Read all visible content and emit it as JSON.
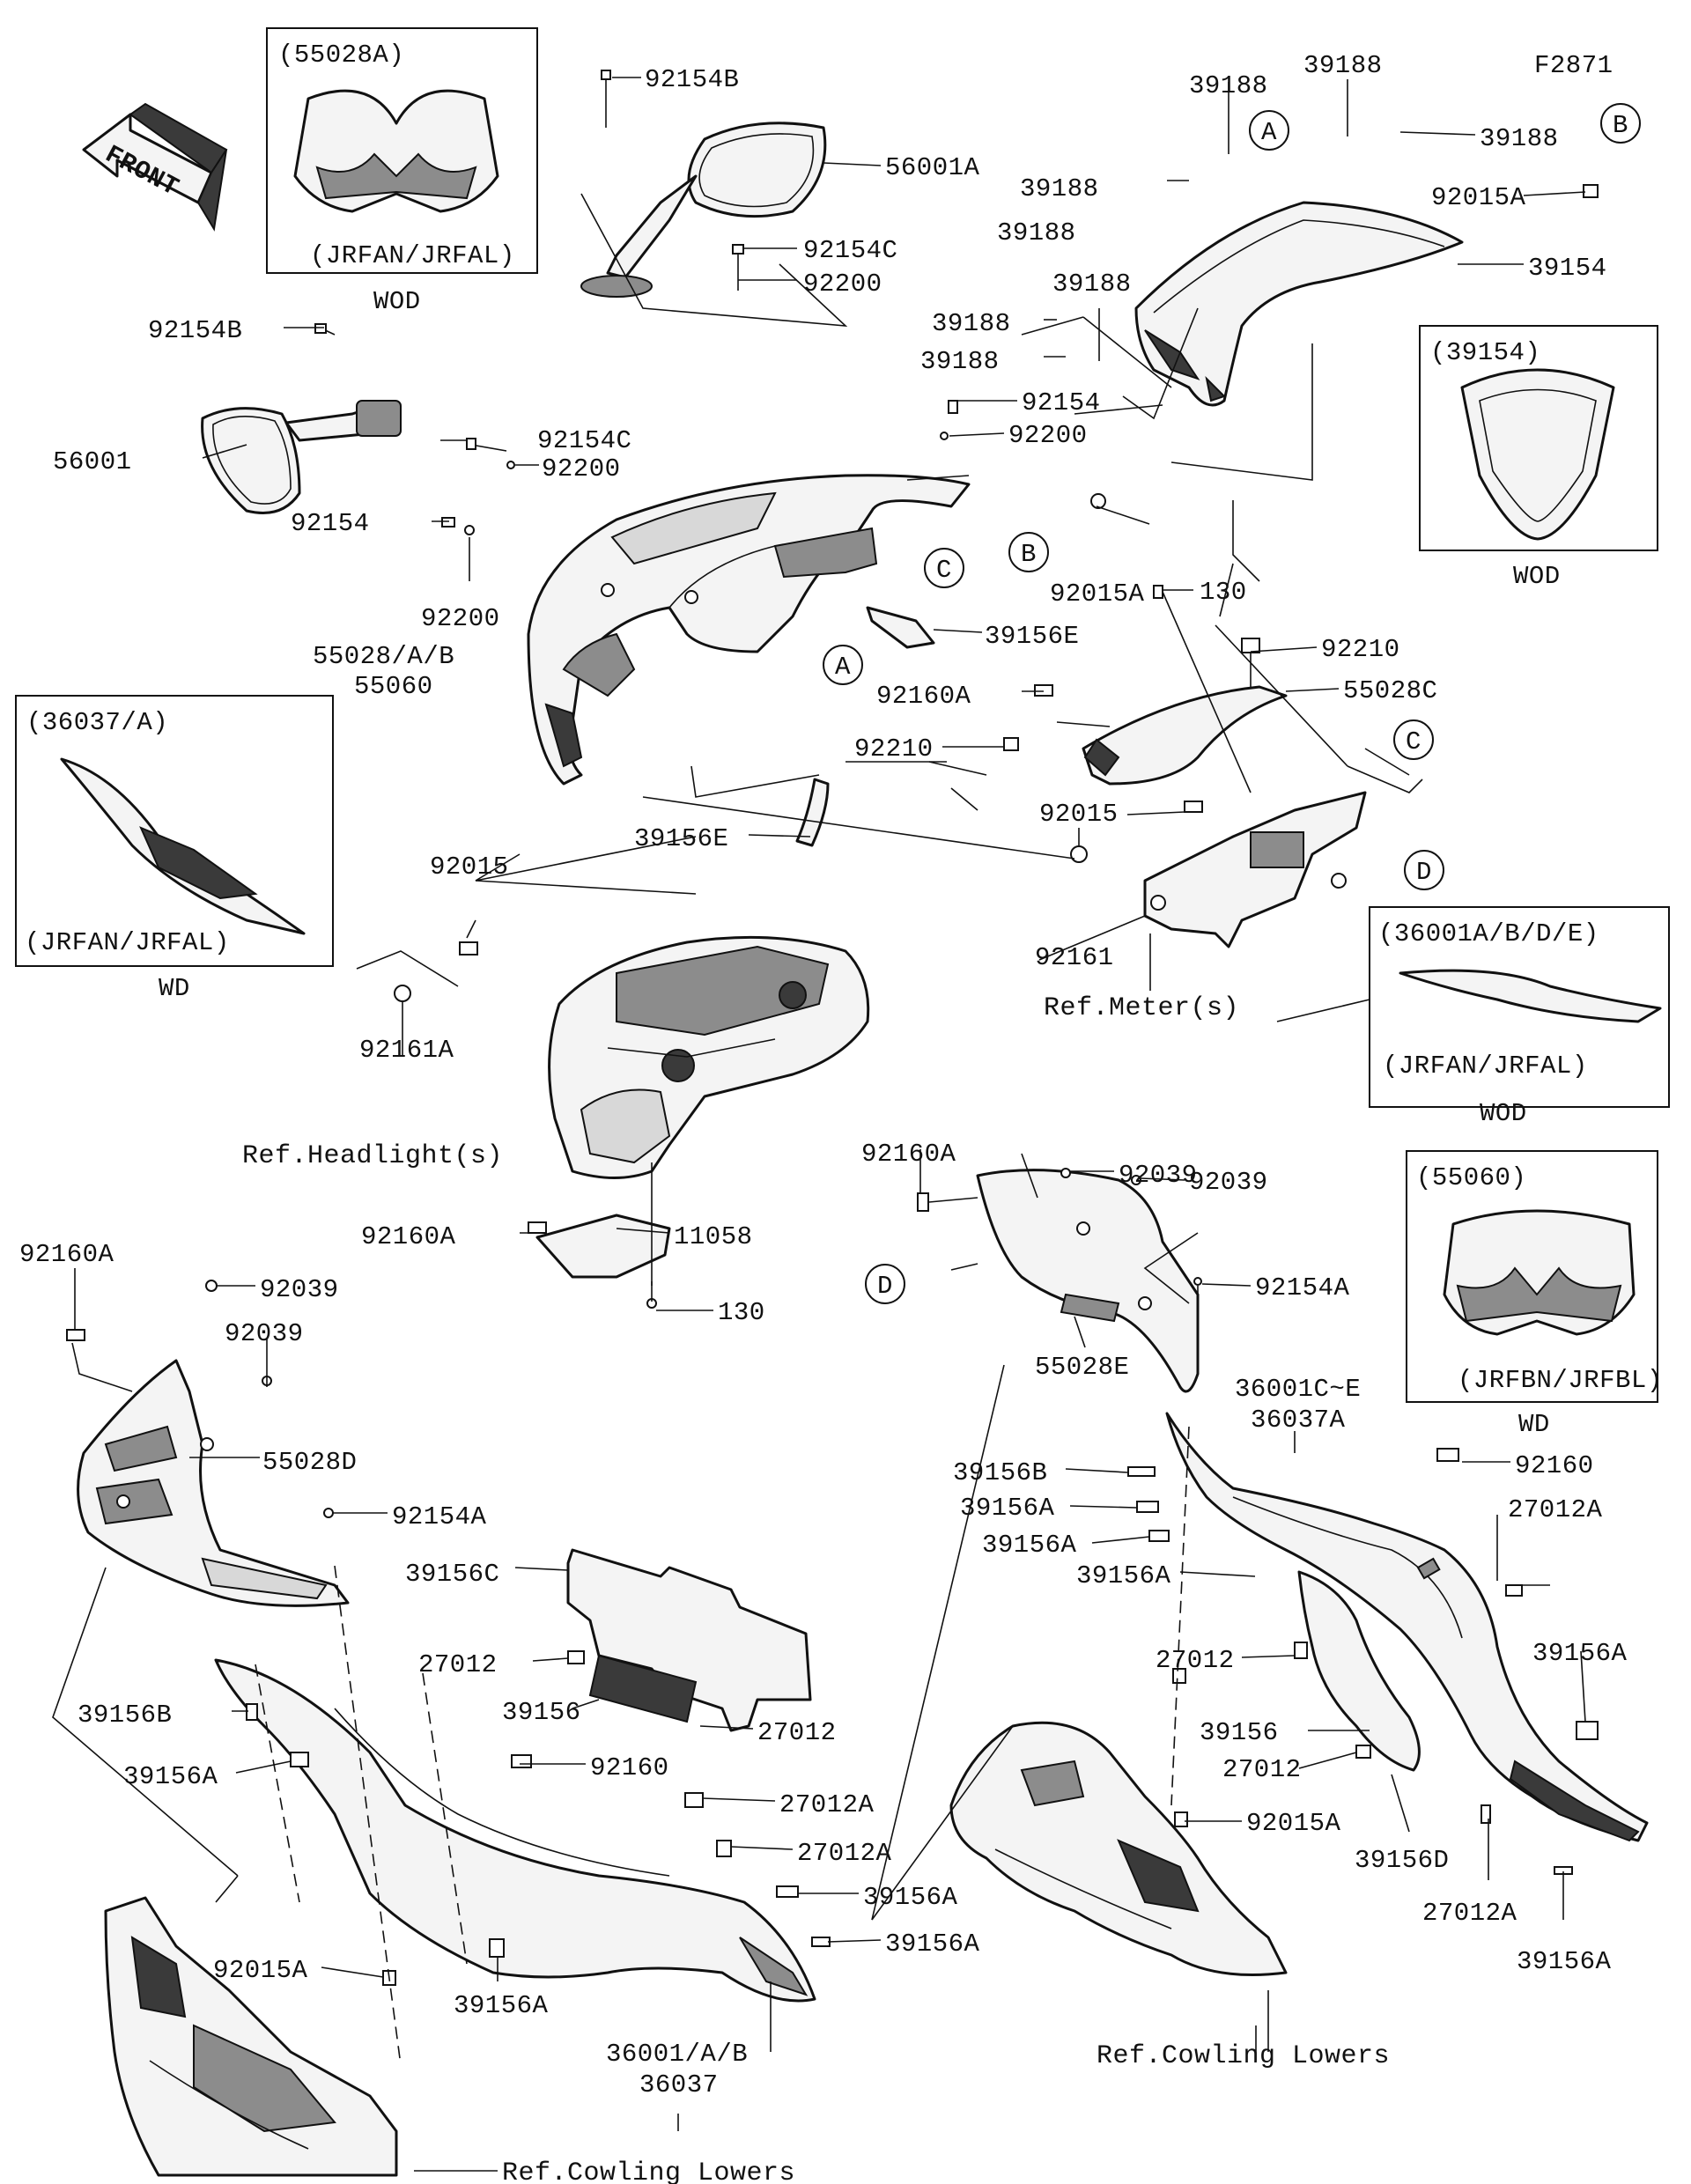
{
  "diagram_code": "F2871",
  "front_label": "FRONT",
  "callouts": {
    "a": "A",
    "b": "B",
    "c": "C",
    "d": "D"
  },
  "insets": {
    "cowl_55028a": {
      "part": "(55028A)",
      "models": "(JRFAN/JRFAL)",
      "color": "WOD"
    },
    "windshield_39154": {
      "part": "(39154)",
      "color": "WOD"
    },
    "shroud_36037": {
      "part": "(36037/A)",
      "models": "(JRFAN/JRFAL)",
      "color": "WD"
    },
    "cover_36001": {
      "part": "(36001A/B/D/E)",
      "models": "(JRFAN/JRFAL)",
      "color": "WOD"
    },
    "cowl_55060": {
      "part": "(55060)",
      "models": "(JRFBN/JRFBL)",
      "color": "WD"
    }
  },
  "references": {
    "meter": "Ref.Meter(s)",
    "headlight": "Ref.Headlight(s)",
    "cowling_lowers_left": "Ref.Cowling Lowers",
    "cowling_lowers_right": "Ref.Cowling Lowers"
  },
  "labels": {
    "l01": "92154B",
    "l02": "56001A",
    "l03": "92154C",
    "l04": "92200",
    "l05": "92154B",
    "l06": "56001",
    "l07": "92154C",
    "l08": "92200",
    "l09": "92154",
    "l10": "92200",
    "l11": "55028/A/B",
    "l12": "55060",
    "l13": "92154",
    "l14": "92200",
    "l15": "39156E",
    "l16": "92210",
    "l17": "39156E",
    "l18": "92015",
    "l19": "92161A",
    "l20": "39188",
    "l21": "39188",
    "l22": "39188",
    "l23": "39188",
    "l24": "39188",
    "l25": "39188",
    "l26": "39188",
    "l27": "39188",
    "l28": "92015A",
    "l29": "39154",
    "l30": "92015A",
    "l31": "130",
    "l32": "92210",
    "l33": "92160A",
    "l34": "55028C",
    "l35": "92015",
    "l36": "92161",
    "l37": "92160A",
    "l38": "92039",
    "l39": "92039",
    "l40": "92160A",
    "l41": "11058",
    "l42": "130",
    "l43": "92154A",
    "l44": "55028E",
    "l45": "36001C~E",
    "l46": "36037A",
    "l47": "92160A",
    "l48": "92039",
    "l49": "92039",
    "l50": "55028D",
    "l51": "92154A",
    "l52": "39156C",
    "l53": "27012",
    "l54": "39156",
    "l55": "27012",
    "l56": "39156B",
    "l57": "39156A",
    "l58": "92160",
    "l59": "27012A",
    "l60": "27012A",
    "l61": "39156A",
    "l62": "39156A",
    "l63": "92015A",
    "l64": "39156A",
    "l65": "36001/A/B",
    "l66": "36037",
    "l67": "39156B",
    "l68": "39156A",
    "l69": "39156A",
    "l70": "39156A",
    "l71": "92160",
    "l72": "27012A",
    "l73": "27012",
    "l74": "39156",
    "l75": "27012",
    "l76": "92015A",
    "l77": "39156D",
    "l78": "39156A",
    "l79": "27012A",
    "l80": "39156A"
  }
}
